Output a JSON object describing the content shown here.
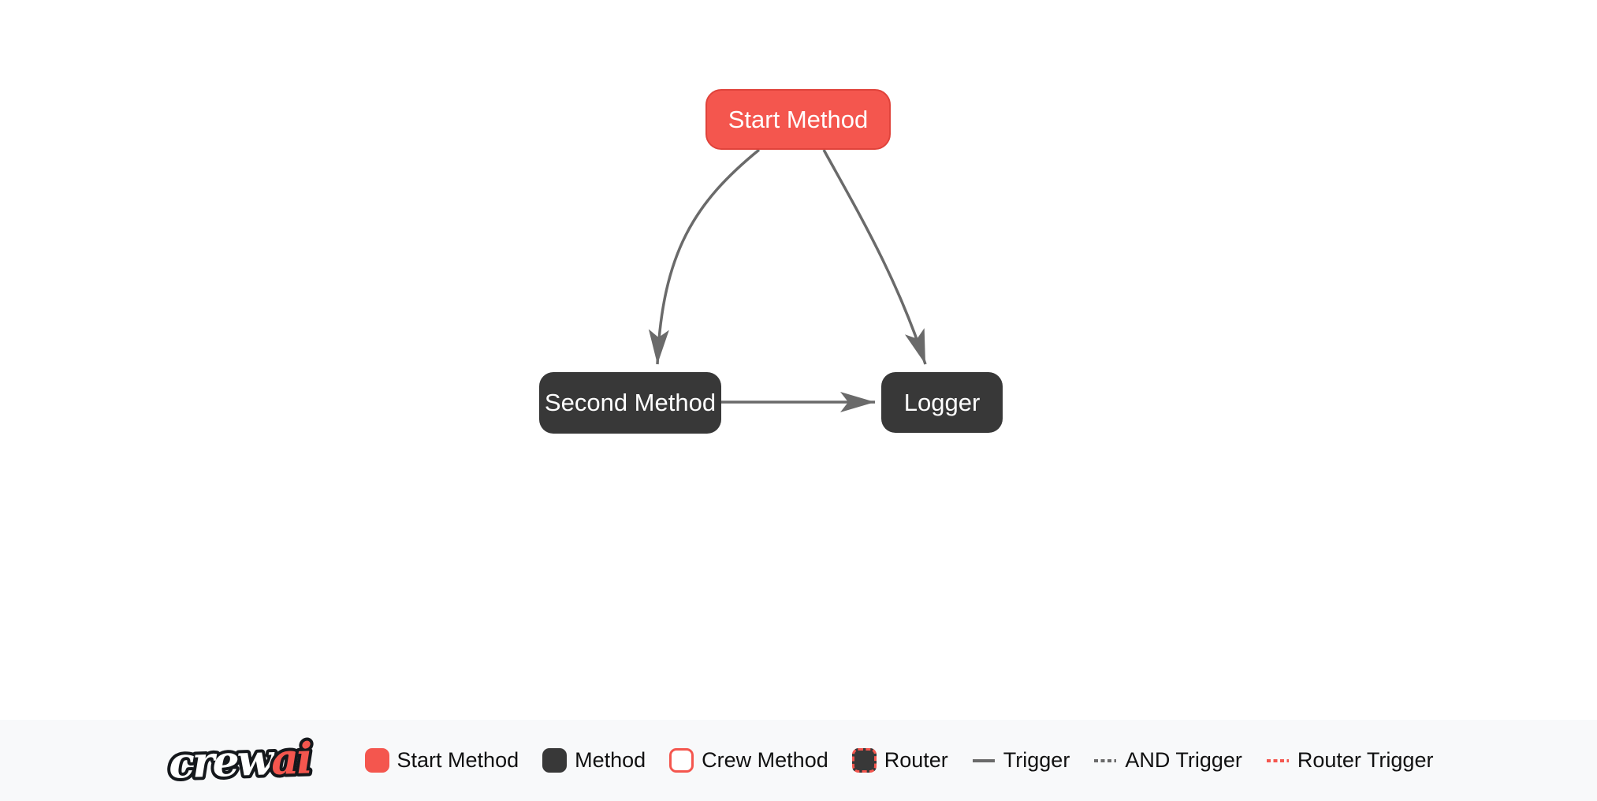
{
  "colors": {
    "canvas_bg": "#ffffff",
    "accent_red": "#f4564e",
    "accent_red_border": "#e0433b",
    "node_dark": "#383838",
    "edge_gray": "#6a6a6a",
    "legend_bg": "#f8f9fa",
    "legend_text": "#111111",
    "node_text": "#ffffff"
  },
  "diagram": {
    "nodes": [
      {
        "id": "start_method",
        "label": "Start Method",
        "type": "start"
      },
      {
        "id": "second_method",
        "label": "Second Method",
        "type": "method"
      },
      {
        "id": "logger",
        "label": "Logger",
        "type": "method"
      }
    ],
    "edges": [
      {
        "from": "start_method",
        "to": "second_method",
        "type": "trigger"
      },
      {
        "from": "start_method",
        "to": "logger",
        "type": "trigger"
      },
      {
        "from": "second_method",
        "to": "logger",
        "type": "trigger"
      }
    ]
  },
  "legend": {
    "logo_crew": "crew",
    "logo_ai": "ai",
    "items": [
      {
        "label": "Start Method",
        "swatch": "start-node-swatch"
      },
      {
        "label": "Method",
        "swatch": "method-node-swatch"
      },
      {
        "label": "Crew Method",
        "swatch": "crew-method-swatch"
      },
      {
        "label": "Router",
        "swatch": "router-node-swatch"
      },
      {
        "label": "Trigger",
        "swatch": "solid-line-swatch"
      },
      {
        "label": "AND Trigger",
        "swatch": "dashed-line-swatch"
      },
      {
        "label": "Router Trigger",
        "swatch": "red-dashed-line-swatch"
      }
    ]
  }
}
